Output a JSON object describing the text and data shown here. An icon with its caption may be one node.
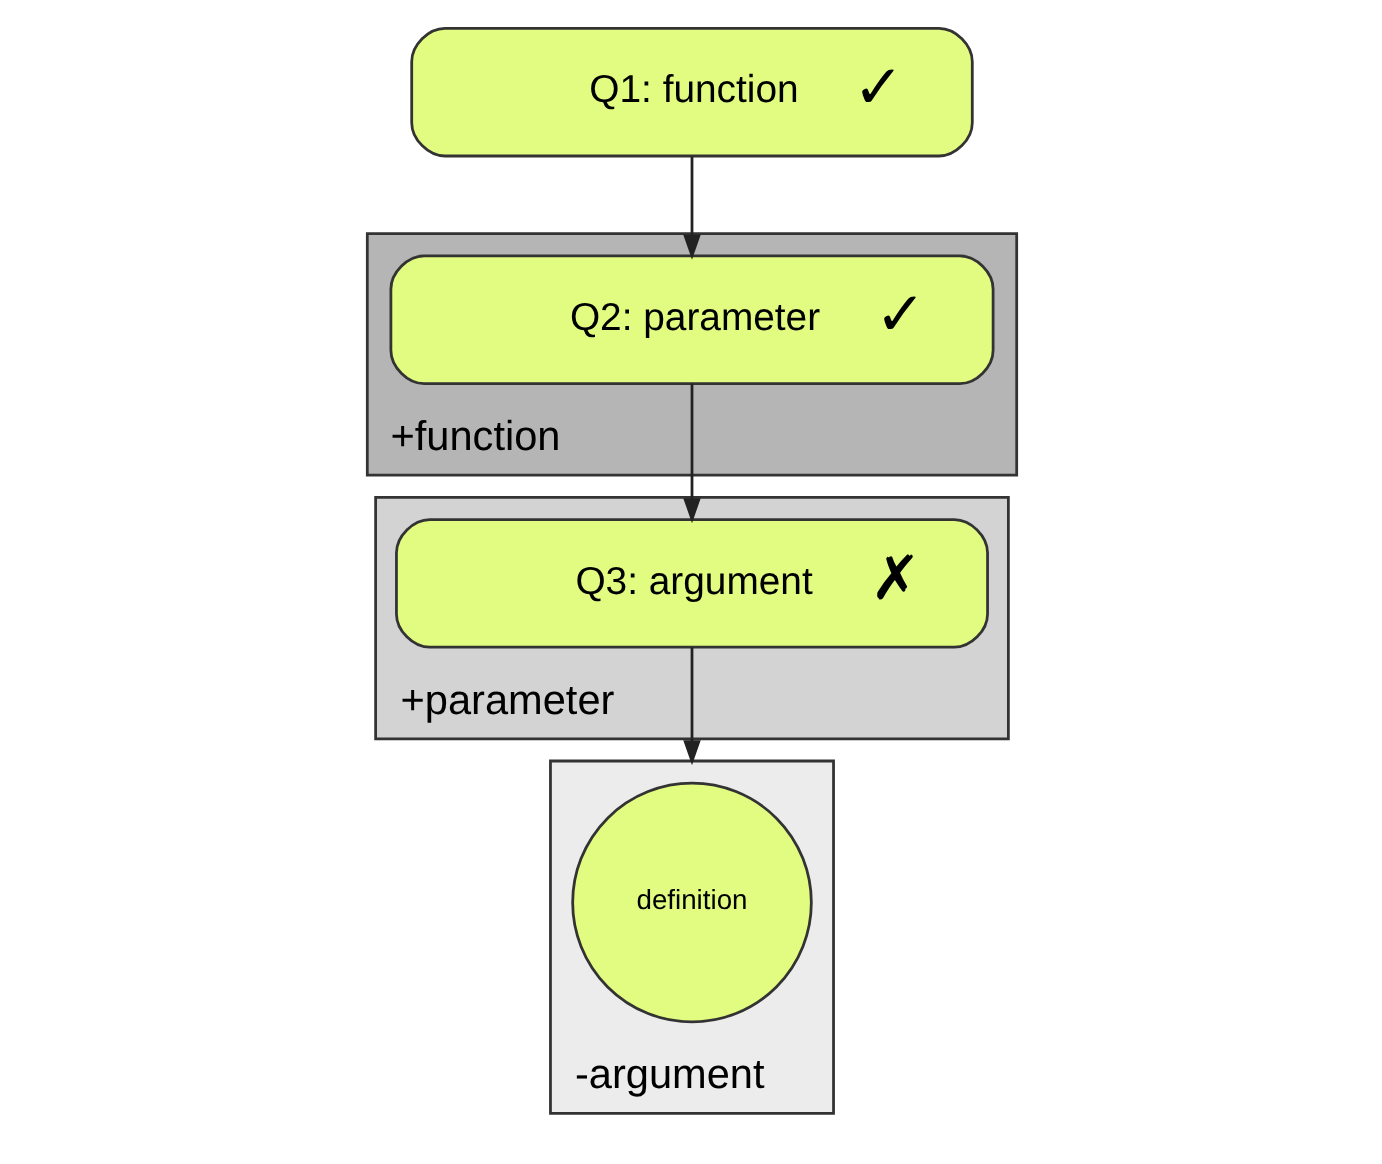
{
  "diagram": {
    "nodes": [
      {
        "text": [
          "Q1: function",
          "✓"
        ]
      },
      {
        "text": [
          "+function"
        ]
      },
      {
        "text": [
          "Q2: parameter",
          "✓"
        ],
        "in": 1
      },
      {
        "text": [
          "+parameter"
        ]
      },
      {
        "text": [
          "Q3: argument",
          "✗"
        ],
        "in": 3
      },
      {
        "text": [
          "-argument"
        ]
      },
      {
        "text": [
          "definition"
        ],
        "in": 5
      }
    ],
    "edges": [
      {
        "from": 0,
        "to": 2,
        "arrow": "to"
      },
      {
        "from": 2,
        "to": 4,
        "arrow": "to"
      },
      {
        "from": 4,
        "to": 5,
        "arrow": "to"
      }
    ]
  }
}
